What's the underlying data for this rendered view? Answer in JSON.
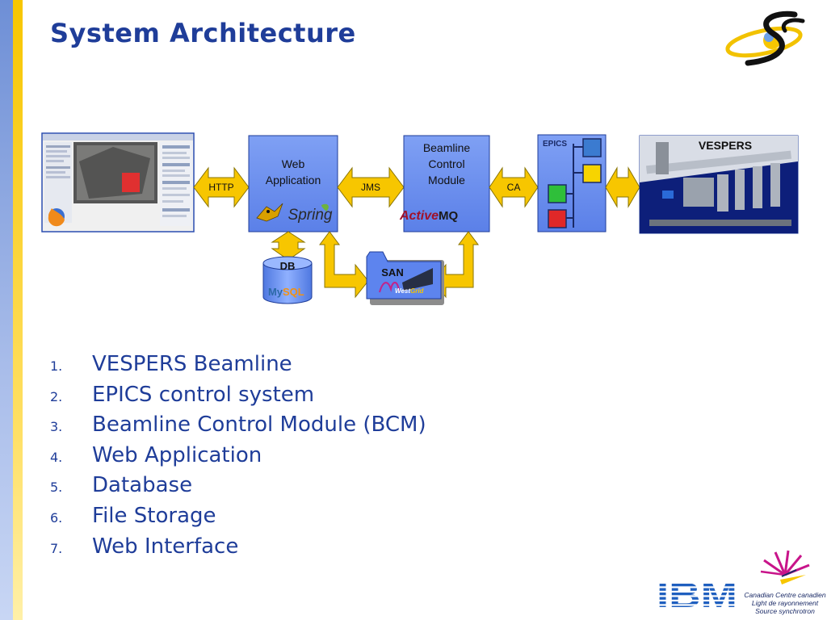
{
  "slide": {
    "title": "System Architecture"
  },
  "diagram": {
    "labels": {
      "http": "HTTP",
      "jms": "JMS",
      "ca": "CA",
      "web_app": [
        "Web",
        "Application"
      ],
      "bcm": [
        "Beamline",
        "Control",
        "Module"
      ],
      "epics": "EPICS",
      "vespers": "VESPERS",
      "db": "DB",
      "san": "SAN",
      "spring": "Spring",
      "activemq_a": "Active",
      "activemq_b": "MQ",
      "mysql_a": "My",
      "mysql_b": "SQL",
      "westgrid_a": "West",
      "westgrid_b": "Grid"
    }
  },
  "list": [
    {
      "num": "1.",
      "text": "VESPERS Beamline"
    },
    {
      "num": "2.",
      "text": "EPICS control system"
    },
    {
      "num": "3.",
      "text": "Beamline Control Module (BCM)"
    },
    {
      "num": "4.",
      "text": "Web Application"
    },
    {
      "num": "5.",
      "text": "Database"
    },
    {
      "num": "6.",
      "text": "File Storage"
    },
    {
      "num": "7.",
      "text": "Web Interface"
    }
  ],
  "logos": {
    "ibm": "IBM",
    "cls_lines": [
      "Canadian  Centre canadien",
      "Light  de rayonnement",
      "Source  synchrotron"
    ]
  },
  "colors": {
    "title": "#1f3d99",
    "box_fill": "#6b8ff0",
    "arrow_fill": "#f7c600",
    "arrow_stroke": "#7a6a00"
  }
}
